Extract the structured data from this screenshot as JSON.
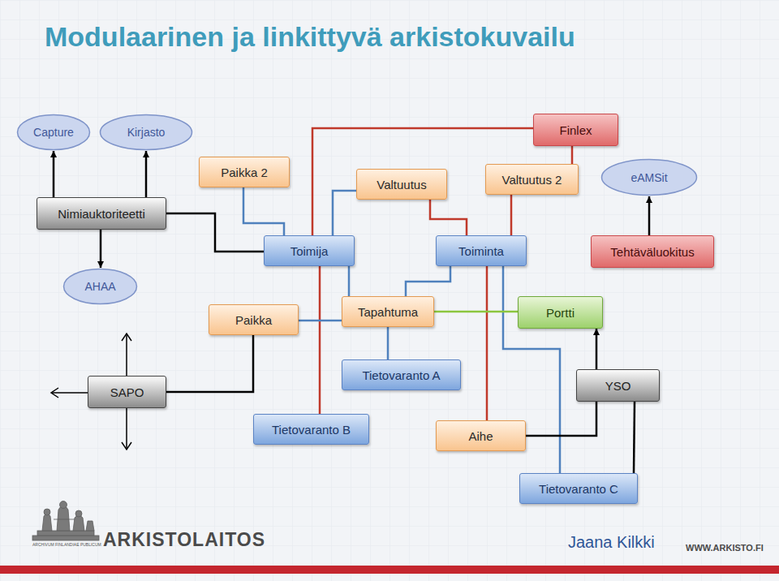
{
  "diagram": {
    "title": "Modulaarinen ja linkittyvä arkistokuvailu",
    "nodes": [
      {
        "text": [
          "Capture"
        ]
      },
      {
        "text": [
          "Kirjasto"
        ]
      },
      {
        "text": [
          "Finlex"
        ]
      },
      {
        "text": [
          "Paikka 2"
        ]
      },
      {
        "text": [
          "Valtuutus"
        ]
      },
      {
        "text": [
          "Valtuutus 2"
        ]
      },
      {
        "text": [
          "eAMSit"
        ]
      },
      {
        "text": [
          "Nimiauktoriteetti"
        ]
      },
      {
        "text": [
          "Toimija"
        ]
      },
      {
        "text": [
          "Toiminta"
        ]
      },
      {
        "text": [
          "Tehtäväluokitus"
        ]
      },
      {
        "text": [
          "AHAA"
        ]
      },
      {
        "text": [
          "Paikka"
        ]
      },
      {
        "text": [
          "Tapahtuma"
        ]
      },
      {
        "text": [
          "Portti"
        ]
      },
      {
        "text": [
          "SAPO"
        ]
      },
      {
        "text": [
          "Tietovaranto A"
        ]
      },
      {
        "text": [
          "YSO"
        ]
      },
      {
        "text": [
          "Tietovaranto B"
        ]
      },
      {
        "text": [
          "Aihe"
        ]
      },
      {
        "text": [
          "Tietovaranto C"
        ]
      }
    ],
    "edges": [
      {
        "from": 7,
        "to": 0,
        "arrow": "to"
      },
      {
        "from": 7,
        "to": 1,
        "arrow": "to"
      },
      {
        "from": 7,
        "to": 11,
        "arrow": "to"
      },
      {
        "from": 10,
        "to": 6,
        "arrow": "to"
      },
      {
        "from": 17,
        "to": 14,
        "arrow": "to"
      },
      {
        "from": 7,
        "to": 8,
        "arrow": "none"
      },
      {
        "from": 2,
        "to": 8,
        "arrow": "none"
      },
      {
        "from": 2,
        "to": 5,
        "arrow": "none"
      },
      {
        "from": 4,
        "to": 9,
        "arrow": "none"
      },
      {
        "from": 5,
        "to": 9,
        "arrow": "none"
      },
      {
        "from": 8,
        "to": 18,
        "arrow": "none"
      },
      {
        "from": 9,
        "to": 19,
        "arrow": "none"
      },
      {
        "from": 4,
        "to": 8,
        "arrow": "none"
      },
      {
        "from": 3,
        "to": 8,
        "arrow": "none"
      },
      {
        "from": 8,
        "to": 13,
        "arrow": "none"
      },
      {
        "from": 9,
        "to": 13,
        "arrow": "none"
      },
      {
        "from": 13,
        "to": 16,
        "arrow": "none"
      },
      {
        "from": 9,
        "to": 20,
        "arrow": "none"
      },
      {
        "from": 13,
        "to": 14,
        "arrow": "none"
      },
      {
        "from": 12,
        "to": 15,
        "arrow": "none"
      },
      {
        "from": 19,
        "to": 17,
        "arrow": "none"
      },
      {
        "from": 17,
        "to": 20,
        "arrow": "none"
      },
      {
        "from": 12,
        "to": 13,
        "arrow": "none"
      }
    ],
    "labels": [
      "ARKISTOLAITOS",
      "ARCHIVUM FINLANDIAE PUBLICUM",
      "Jaana Kilkki",
      "WWW.ARKISTO.FI"
    ]
  }
}
